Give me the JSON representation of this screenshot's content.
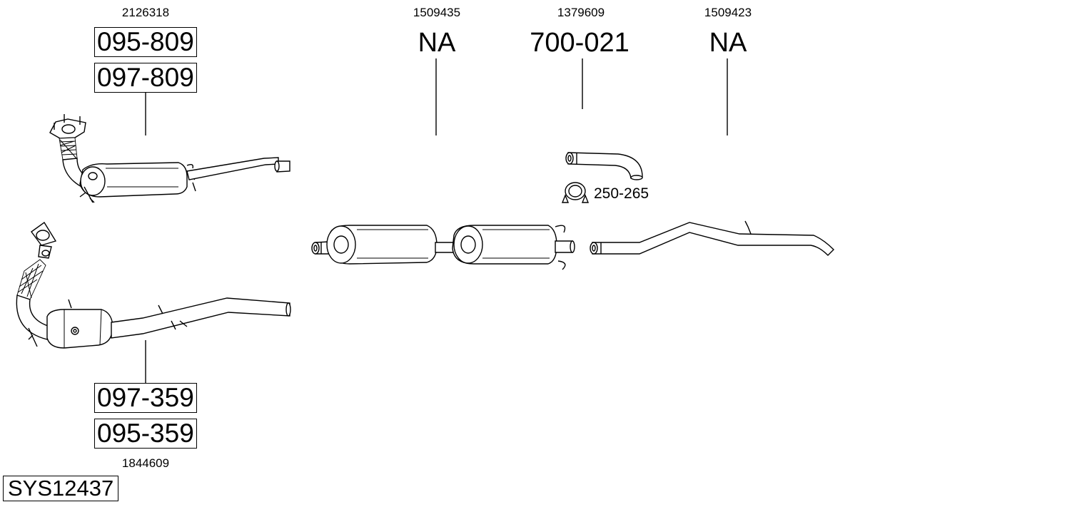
{
  "diagram": {
    "system_code": "SYS12437",
    "front_section": {
      "oem_top": "2126318",
      "part_numbers_top": [
        "095-809",
        "097-809"
      ],
      "part_numbers_bottom": [
        "097-359",
        "095-359"
      ],
      "oem_bottom": "1844609"
    },
    "middle_muffler": {
      "oem": "1509435",
      "part_number": "NA"
    },
    "connector_pipe": {
      "oem": "1379609",
      "part_number": "700-021",
      "clamp_part_number": "250-265"
    },
    "tail_pipe": {
      "oem": "1509423",
      "part_number": "NA"
    }
  }
}
